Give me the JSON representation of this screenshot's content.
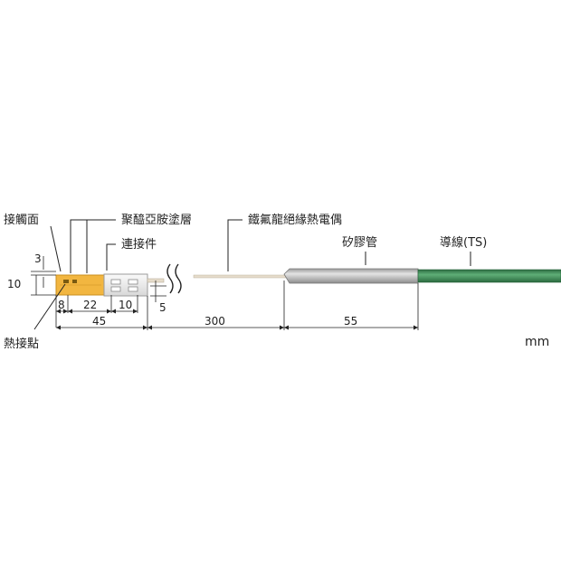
{
  "labels": {
    "contact_face": "接觸面",
    "polyimide_coating": "聚醯亞胺塗層",
    "connector": "連接件",
    "ptfe_thermocouple": "鐵氟龍絕緣熱電偶",
    "silicone_tube": "矽膠管",
    "lead_wire": "導線(TS)",
    "hot_junction": "熱接點"
  },
  "dimensions": {
    "height_3": "3",
    "height_10": "10",
    "len_8": "8",
    "len_22": "22",
    "len_10": "10",
    "height_5": "5",
    "len_45": "45",
    "len_300": "300",
    "len_55": "55"
  },
  "unit": "mm",
  "colors": {
    "sensor_tab": "#F2B640",
    "connector_body": "#EDEDED",
    "silicone_tube": "#B8B8B8",
    "lead_wire": "#3C8A55",
    "ptfe_wire": "#E6DCCB"
  }
}
